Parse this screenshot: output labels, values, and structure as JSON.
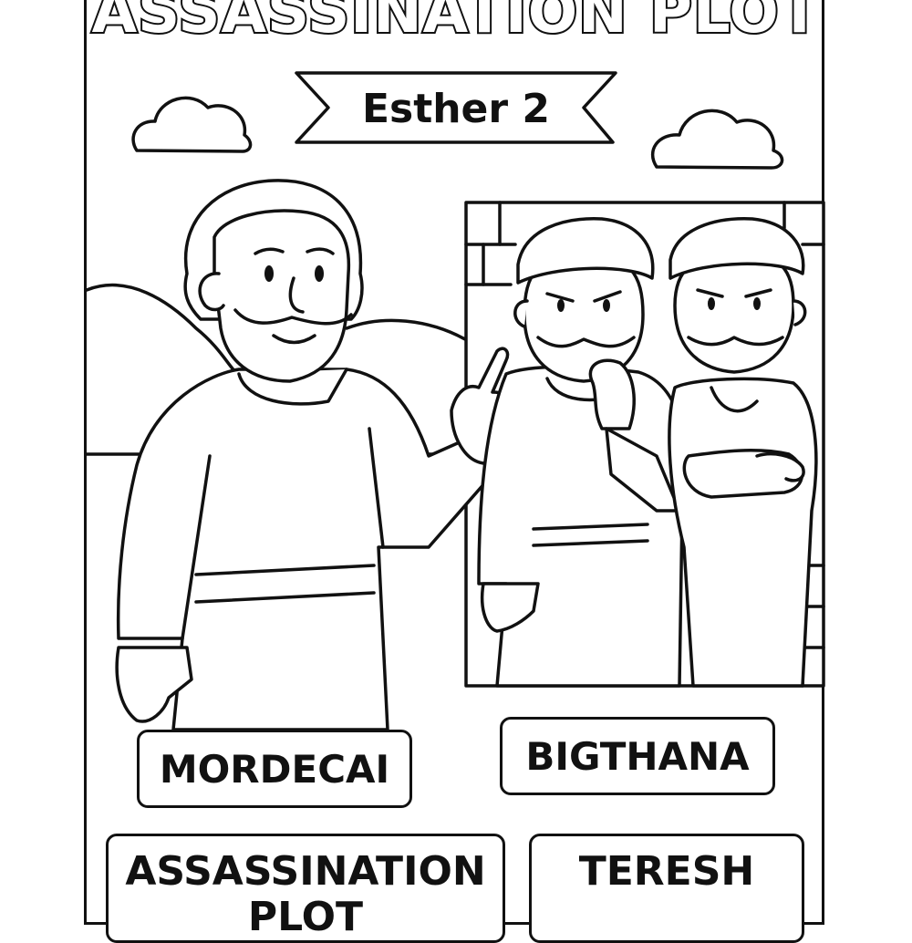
{
  "worksheet": {
    "title": "ASSASSINATION PLOT",
    "banner": "Esther 2"
  },
  "labels": {
    "mordecai": "MORDECAI",
    "bigthana": "BIGTHANA",
    "assassination_plot": "ASSASSINATION PLOT",
    "teresh": "TERESH"
  },
  "illustration": {
    "figures": [
      "mordecai",
      "bigthana",
      "teresh"
    ],
    "icons": [
      "cloud-icon",
      "cloud-icon",
      "ribbon-banner-icon",
      "brick-wall-icon",
      "hills-icon"
    ],
    "line_color": "#111111",
    "fill_color": "#ffffff"
  }
}
